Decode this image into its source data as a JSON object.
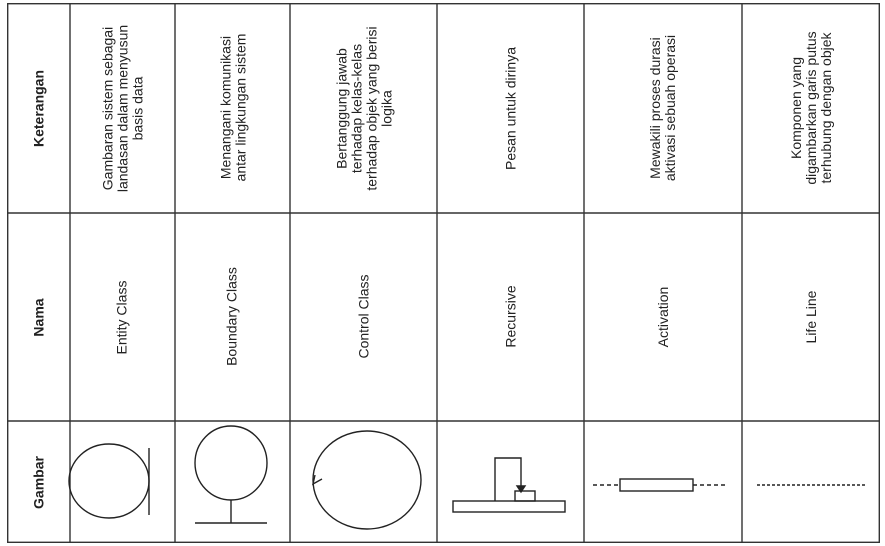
{
  "headers": {
    "keterangan": "Keterangan",
    "nama": "Nama",
    "gambar": "Gambar"
  },
  "rows": [
    {
      "keterangan": "Gambaran sistem sebagai\nlandasan dalam menyusun\nbasis data",
      "nama": "Entity Class",
      "symbol": "entity-class-icon"
    },
    {
      "keterangan": "Menangani komunikasi\nantar lingkungan sistem",
      "nama": "Boundary Class",
      "symbol": "boundary-class-icon"
    },
    {
      "keterangan": "Bertanggung jawab\nterhadap kelas-kelas\nterhadap objek yang berisi\nlogika",
      "nama": "Control Class",
      "symbol": "control-class-icon"
    },
    {
      "keterangan": "Pesan untuk dirinya",
      "nama": "Recursive",
      "symbol": "recursive-message-icon"
    },
    {
      "keterangan": "Mewakili proses durasi\naktivasi sebuah operasi",
      "nama": "Activation",
      "symbol": "activation-bar-icon"
    },
    {
      "keterangan": "Komponen yang\ndigambarkan garis putus\nterhubung dengan objek",
      "nama": "Life Line",
      "symbol": "lifeline-icon"
    }
  ]
}
